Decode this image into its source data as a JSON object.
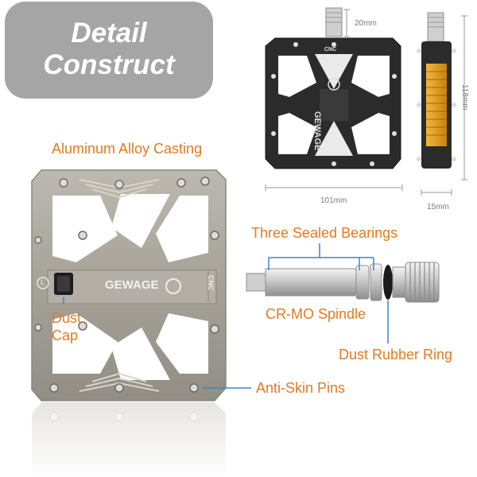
{
  "header": {
    "line1": "Detail",
    "line2": "Construct"
  },
  "dimensions": {
    "stud_length": "20mm",
    "height": "118mm",
    "width": "101mm",
    "depth": "15mm"
  },
  "product": {
    "brand": "GEWAGE",
    "mark": "CNC",
    "side": "L"
  },
  "labels": {
    "casting": "Aluminum Alloy Casting",
    "bearings": "Three Sealed Bearings",
    "spindle": "CR-MO Spindle",
    "dust_cap_line1": "Dust",
    "dust_cap_line2": "Cap",
    "rubber_ring": "Dust Rubber Ring",
    "pins": "Anti-Skin Pins"
  },
  "colors": {
    "accent": "#e47a1f",
    "leader": "#3a86c8",
    "badge": "#a5a5a5",
    "pedal_silver": "#a8a49b",
    "pedal_black": "#2b2b2b",
    "reflector": "#e3a01b"
  }
}
